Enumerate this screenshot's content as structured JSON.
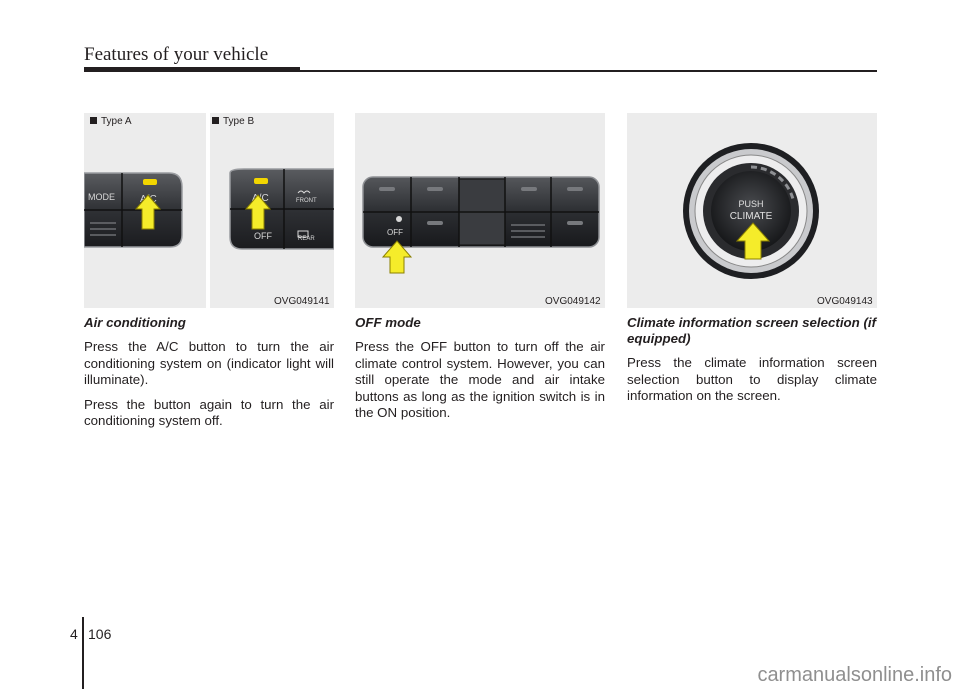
{
  "header": {
    "title": "Features of your vehicle"
  },
  "figures": [
    {
      "code": "OVG049141",
      "type_a": "Type A",
      "type_b": "Type B",
      "buttons_a": {
        "mode": "MODE",
        "ac": "A/C"
      },
      "buttons_b": {
        "ac": "A/C",
        "off": "OFF",
        "front": "FRONT",
        "rear": "REAR"
      }
    },
    {
      "code": "OVG049142",
      "off": "OFF"
    },
    {
      "code": "OVG049143",
      "knob_line1": "PUSH",
      "knob_line2": "CLIMATE"
    }
  ],
  "sections": [
    {
      "heading": "Air conditioning",
      "paragraphs": [
        "Press the A/C button to turn the air conditioning system on (indicator light will illuminate).",
        "Press the button again to turn the air conditioning system off."
      ]
    },
    {
      "heading": "OFF mode",
      "paragraphs": [
        "Press the OFF button to turn off the air climate control system. However, you can still operate the mode and air intake buttons as long as the ignition switch is in the ON position."
      ]
    },
    {
      "heading": "Climate information screen selection (if equipped)",
      "paragraphs": [
        "Press the climate information screen selection button to display climate information on the screen."
      ]
    }
  ],
  "footer": {
    "chapter": "4",
    "page": "106",
    "watermark": "carmanualsonline.info"
  },
  "colors": {
    "arrow": "#f5ec2a",
    "indicator": "#f2d600",
    "panel_bg": "#ececec",
    "text": "#231f20"
  }
}
